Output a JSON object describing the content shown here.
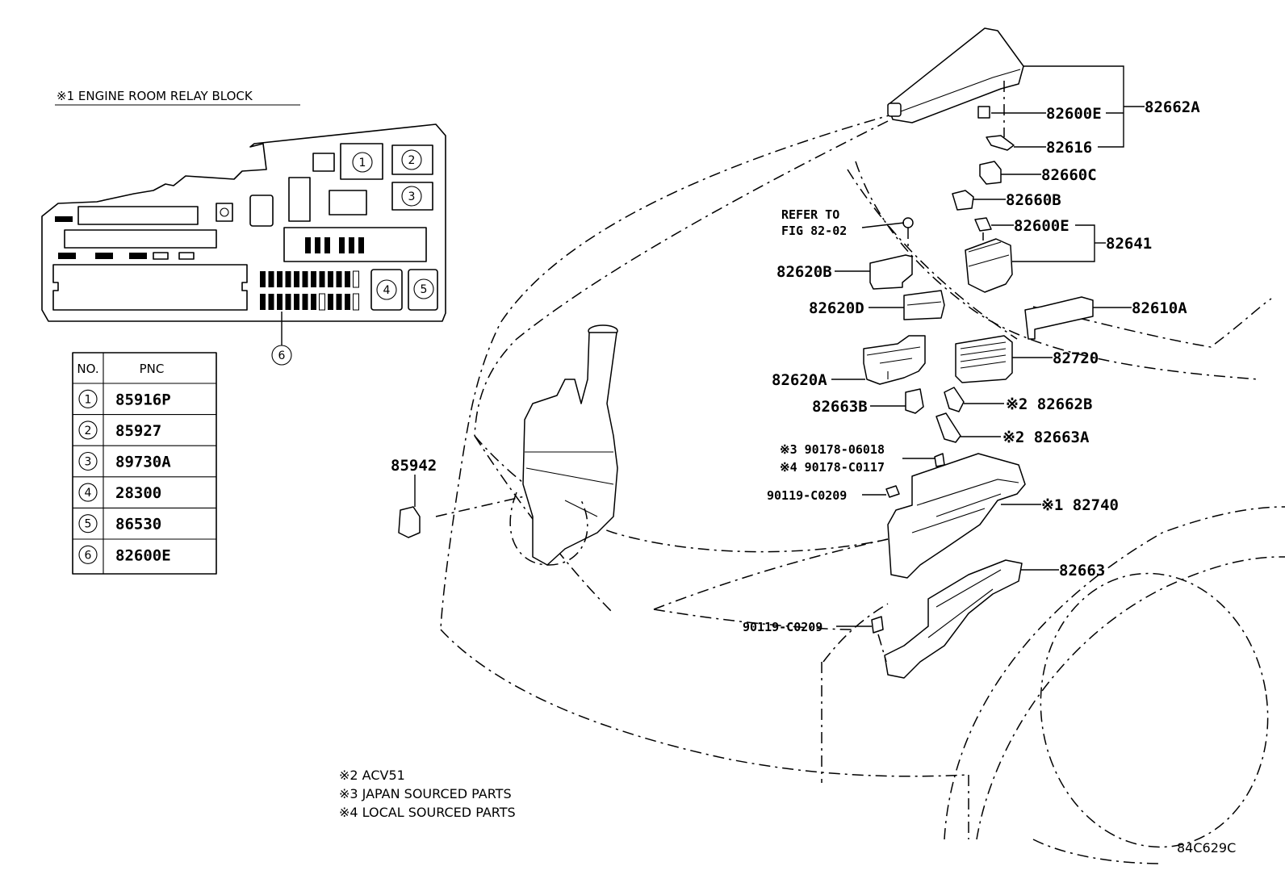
{
  "relay_block": {
    "title": "※1 ENGINE ROOM RELAY BLOCK",
    "positions": [
      "1",
      "2",
      "3",
      "4",
      "5",
      "6"
    ]
  },
  "pnc_table": {
    "headers": [
      "NO.",
      "PNC"
    ],
    "rows": [
      {
        "no": "1",
        "pnc": "85916P"
      },
      {
        "no": "2",
        "pnc": "85927"
      },
      {
        "no": "3",
        "pnc": "89730A"
      },
      {
        "no": "4",
        "pnc": "28300"
      },
      {
        "no": "5",
        "pnc": "86530"
      },
      {
        "no": "6",
        "pnc": "82600E"
      }
    ]
  },
  "callouts": {
    "c82662A": "82662A",
    "c82600E_top": "82600E",
    "c82616": "82616",
    "c82660C": "82660C",
    "c82660B": "82660B",
    "c82600E_mid": "82600E",
    "c82641": "82641",
    "refer1": "REFER TO",
    "refer2": "FIG 82-02",
    "c82620B": "82620B",
    "c82620D": "82620D",
    "c82610A": "82610A",
    "c82720": "82720",
    "c82620A": "82620A",
    "c82663B": "82663B",
    "c82662B": "※2 82662B",
    "c82663A": "※2 82663A",
    "c90178a": "※3 90178-06018",
    "c90178b": "※4 90178-C0117",
    "c90119a": "90119-C0209",
    "c82740": "※1 82740",
    "c82663": "82663",
    "c90119b": "90119-C0209",
    "c85942": "85942"
  },
  "notes": [
    "※2 ACV51",
    "※3 JAPAN SOURCED PARTS",
    "※4 LOCAL SOURCED PARTS"
  ],
  "figure_code": "84C629C"
}
